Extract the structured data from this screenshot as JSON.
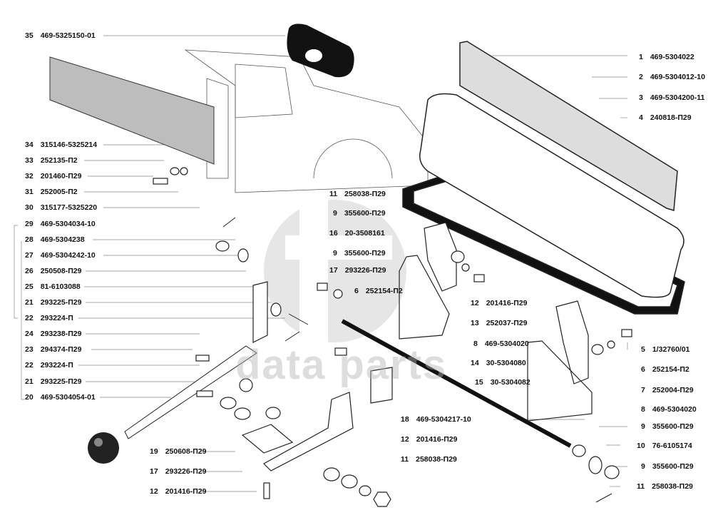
{
  "diagram": {
    "title": "",
    "watermark": {
      "logo": "ЭЗ",
      "text": "data parts"
    },
    "callouts_left": [
      {
        "num": "35",
        "code": "469-5325150-01"
      },
      {
        "num": "34",
        "code": "315146-5325214"
      },
      {
        "num": "33",
        "code": "252135-П2"
      },
      {
        "num": "32",
        "code": "201460-П29"
      },
      {
        "num": "31",
        "code": "252005-П2"
      },
      {
        "num": "30",
        "code": "315177-5325220"
      },
      {
        "num": "29",
        "code": "469-5304034-10"
      },
      {
        "num": "28",
        "code": "469-5304238"
      },
      {
        "num": "27",
        "code": "469-5304242-10"
      },
      {
        "num": "26",
        "code": "250508-П29"
      },
      {
        "num": "25",
        "code": "81-6103088"
      },
      {
        "num": "21",
        "code": "293225-П29"
      },
      {
        "num": "22",
        "code": "293224-П"
      },
      {
        "num": "24",
        "code": "293238-П29"
      },
      {
        "num": "23",
        "code": "294374-П29"
      },
      {
        "num": "22",
        "code": "293224-П"
      },
      {
        "num": "21",
        "code": "293225-П29"
      },
      {
        "num": "20",
        "code": "469-5304054-01"
      }
    ],
    "callouts_bottom_left": [
      {
        "num": "19",
        "code": "250608-П29"
      },
      {
        "num": "17",
        "code": "293226-П29"
      },
      {
        "num": "12",
        "code": "201416-П29"
      }
    ],
    "callouts_center": [
      {
        "num": "11",
        "code": "258038-П29"
      },
      {
        "num": "9",
        "code": "355600-П29"
      },
      {
        "num": "16",
        "code": "20-3508161"
      },
      {
        "num": "9",
        "code": "355600-П29"
      },
      {
        "num": "17",
        "code": "293226-П29"
      },
      {
        "num": "6",
        "code": "252154-П2"
      }
    ],
    "callouts_middle": [
      {
        "num": "12",
        "code": "201416-П29"
      },
      {
        "num": "13",
        "code": "252037-П29"
      },
      {
        "num": "8",
        "code": "469-5304020"
      },
      {
        "num": "14",
        "code": "30-5304080"
      },
      {
        "num": "15",
        "code": "30-5304082"
      }
    ],
    "callouts_lower_center": [
      {
        "num": "18",
        "code": "469-5304217-10"
      },
      {
        "num": "12",
        "code": "201416-П29"
      },
      {
        "num": "11",
        "code": "258038-П29"
      }
    ],
    "callouts_right_top": [
      {
        "num": "1",
        "code": "469-5304022"
      },
      {
        "num": "2",
        "code": "469-5304012-10"
      },
      {
        "num": "3",
        "code": "469-5304200-11"
      },
      {
        "num": "4",
        "code": "240818-П29"
      }
    ],
    "callouts_right_bottom": [
      {
        "num": "5",
        "code": "1/32760/01"
      },
      {
        "num": "6",
        "code": "252154-П2"
      },
      {
        "num": "7",
        "code": "252004-П29"
      },
      {
        "num": "8",
        "code": "469-5304020"
      },
      {
        "num": "9",
        "code": "355600-П29"
      },
      {
        "num": "10",
        "code": "76-6105174"
      },
      {
        "num": "9",
        "code": "355600-П29"
      },
      {
        "num": "11",
        "code": "258038-П29"
      }
    ]
  }
}
